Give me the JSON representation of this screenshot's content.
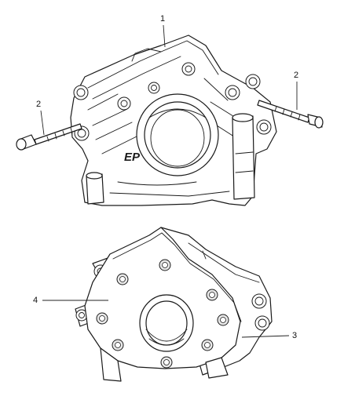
{
  "callouts": [
    {
      "id": "1",
      "label": "1"
    },
    {
      "id": "2a",
      "label": "2"
    },
    {
      "id": "2b",
      "label": "2"
    },
    {
      "id": "3",
      "label": "3"
    },
    {
      "id": "4",
      "label": "4"
    }
  ],
  "part_marking": "EP"
}
